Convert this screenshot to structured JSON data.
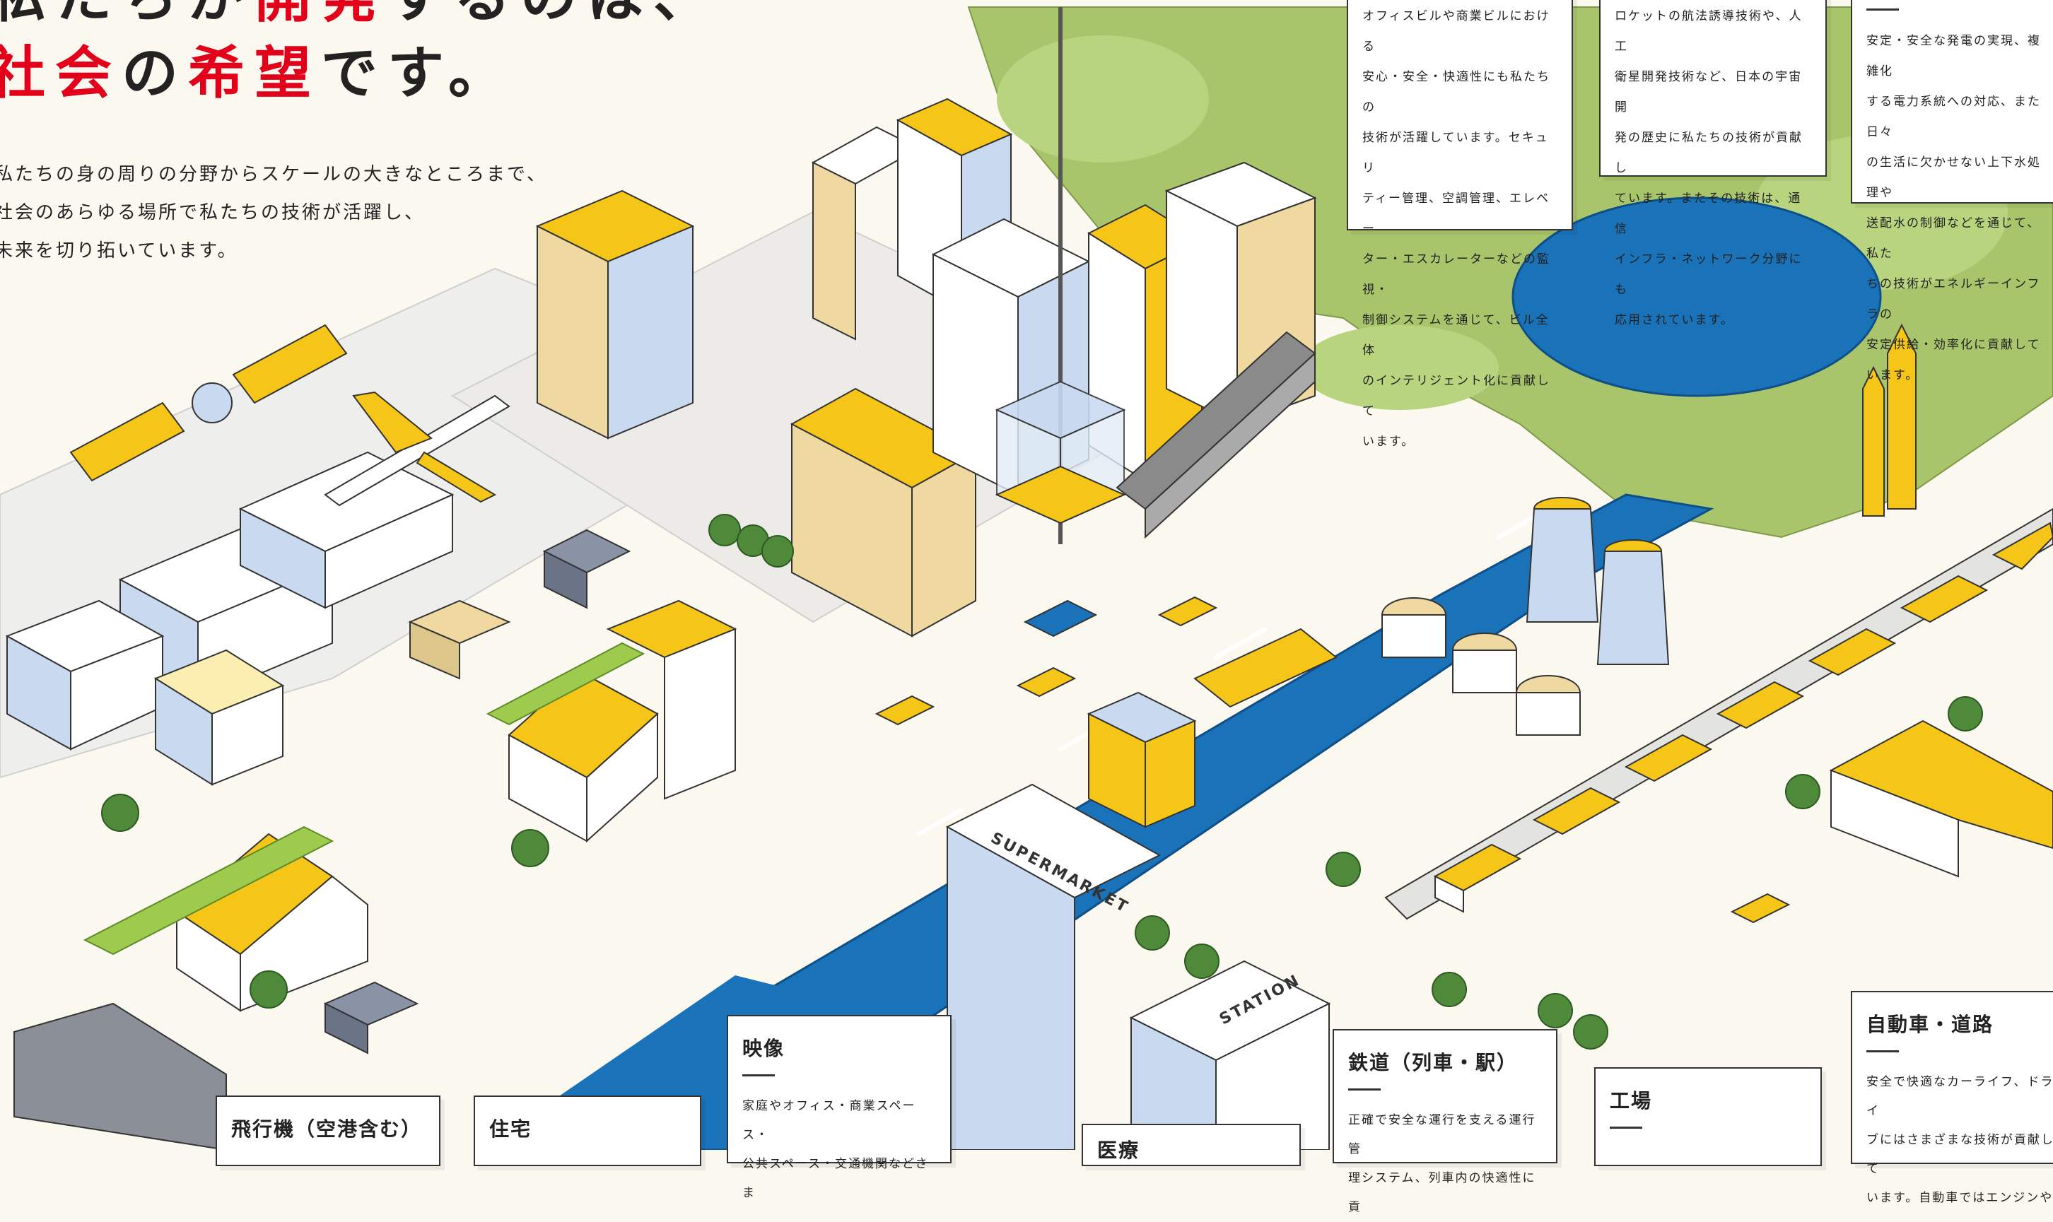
{
  "headline": {
    "line1": [
      "私たちが",
      "開発",
      "するのは、"
    ],
    "line2": [
      "社会",
      "の",
      "希望",
      "です。"
    ]
  },
  "lead": [
    "私たちの身の周りの分野からスケールの大きなところまで、",
    "社会のあらゆる場所で私たちの技術が活躍し、",
    "未来を切り拓いています。"
  ],
  "labels": {
    "supermarket": "SUPERMARKET",
    "station": "STATION"
  },
  "cards": {
    "building": {
      "title": "",
      "lines": [
        "オフィスビルや商業ビルにおける",
        "安心・安全・快適性にも私たちの",
        "技術が活躍しています。セキュリ",
        "ティー管理、空調管理、エレベー",
        "ター・エスカレーターなどの監視・",
        "制御システムを通じて、ビル全体",
        "のインテリジェント化に貢献して",
        "います。"
      ]
    },
    "space": {
      "title": "",
      "lines": [
        "ロケットの航法誘導技術や、人工",
        "衛星開発技術など、日本の宇宙開",
        "発の歴史に私たちの技術が貢献し",
        "ています。またその技術は、通信",
        "インフラ・ネットワーク分野にも",
        "応用されています。"
      ]
    },
    "energy": {
      "title": "",
      "lines": [
        "安定・安全な発電の実現、複雑化",
        "する電力系統への対応、また日々",
        "の生活に欠かせない上下水処理や",
        "送配水の制御などを通じて、私た",
        "ちの技術がエネルギーインフラの",
        "安定供給・効率化に貢献しています。"
      ]
    },
    "aircraft": {
      "title": "飛行機（空港含む）",
      "lines": []
    },
    "housing": {
      "title": "住宅",
      "lines": []
    },
    "video": {
      "title": "映像",
      "lines": [
        "家庭やオフィス・商業スペース・",
        "公共スペース・交通機関などさま"
      ]
    },
    "medical": {
      "title": "医療",
      "lines": []
    },
    "railway": {
      "title": "鉄道（列車・駅）",
      "lines": [
        "正確で安全な運行を支える運行管",
        "理システム、列車内の快適性に貢"
      ]
    },
    "factory": {
      "title": "工場",
      "lines": []
    },
    "automotive": {
      "title": "自動車・道路",
      "lines": [
        "安全で快適なカーライフ、ドライ",
        "ブにはさまざまな技術が貢献して",
        "います。自動車ではエンジンや"
      ]
    }
  },
  "colors": {
    "background": "#fbf9ef",
    "accent_red": "#e2001a",
    "yellow": "#f5c518",
    "river_blue": "#1a72b8",
    "light_blue": "#c9daf0",
    "forest_green": "#a8c46a",
    "tan": "#efd9a0",
    "outline": "#333333"
  }
}
